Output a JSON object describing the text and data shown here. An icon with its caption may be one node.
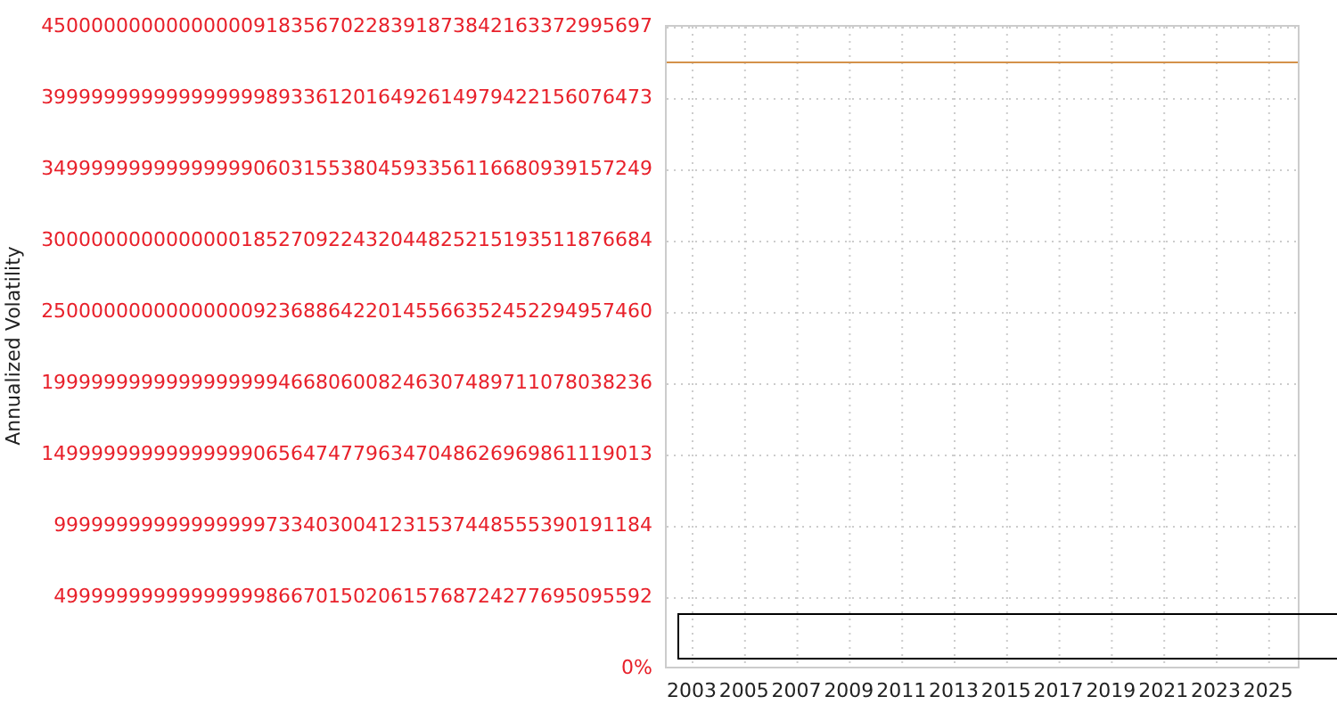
{
  "diagram": {
    "labels": [
      "4500000000000000091835670228391873842163372995697",
      "3999999999999999998933612016492614979422156076473",
      "3499999999999999906031553804593356116680939157249",
      "3000000000000000185270922432044825215193511876684",
      "2500000000000000092368864220145566352452294957460",
      "1999999999999999999466806008246307489711078038236",
      "1499999999999999906564747796347048626969861119013",
      "999999999999999997334030041231537448555390191184",
      "499999999999999998667015020615768724277695095592",
      "0%",
      "Annualized Volatility",
      "2003",
      "2005",
      "2007",
      "2009",
      "2011",
      "2013",
      "2015",
      "2017",
      "2019",
      "2021",
      "2023",
      "2025"
    ]
  }
}
